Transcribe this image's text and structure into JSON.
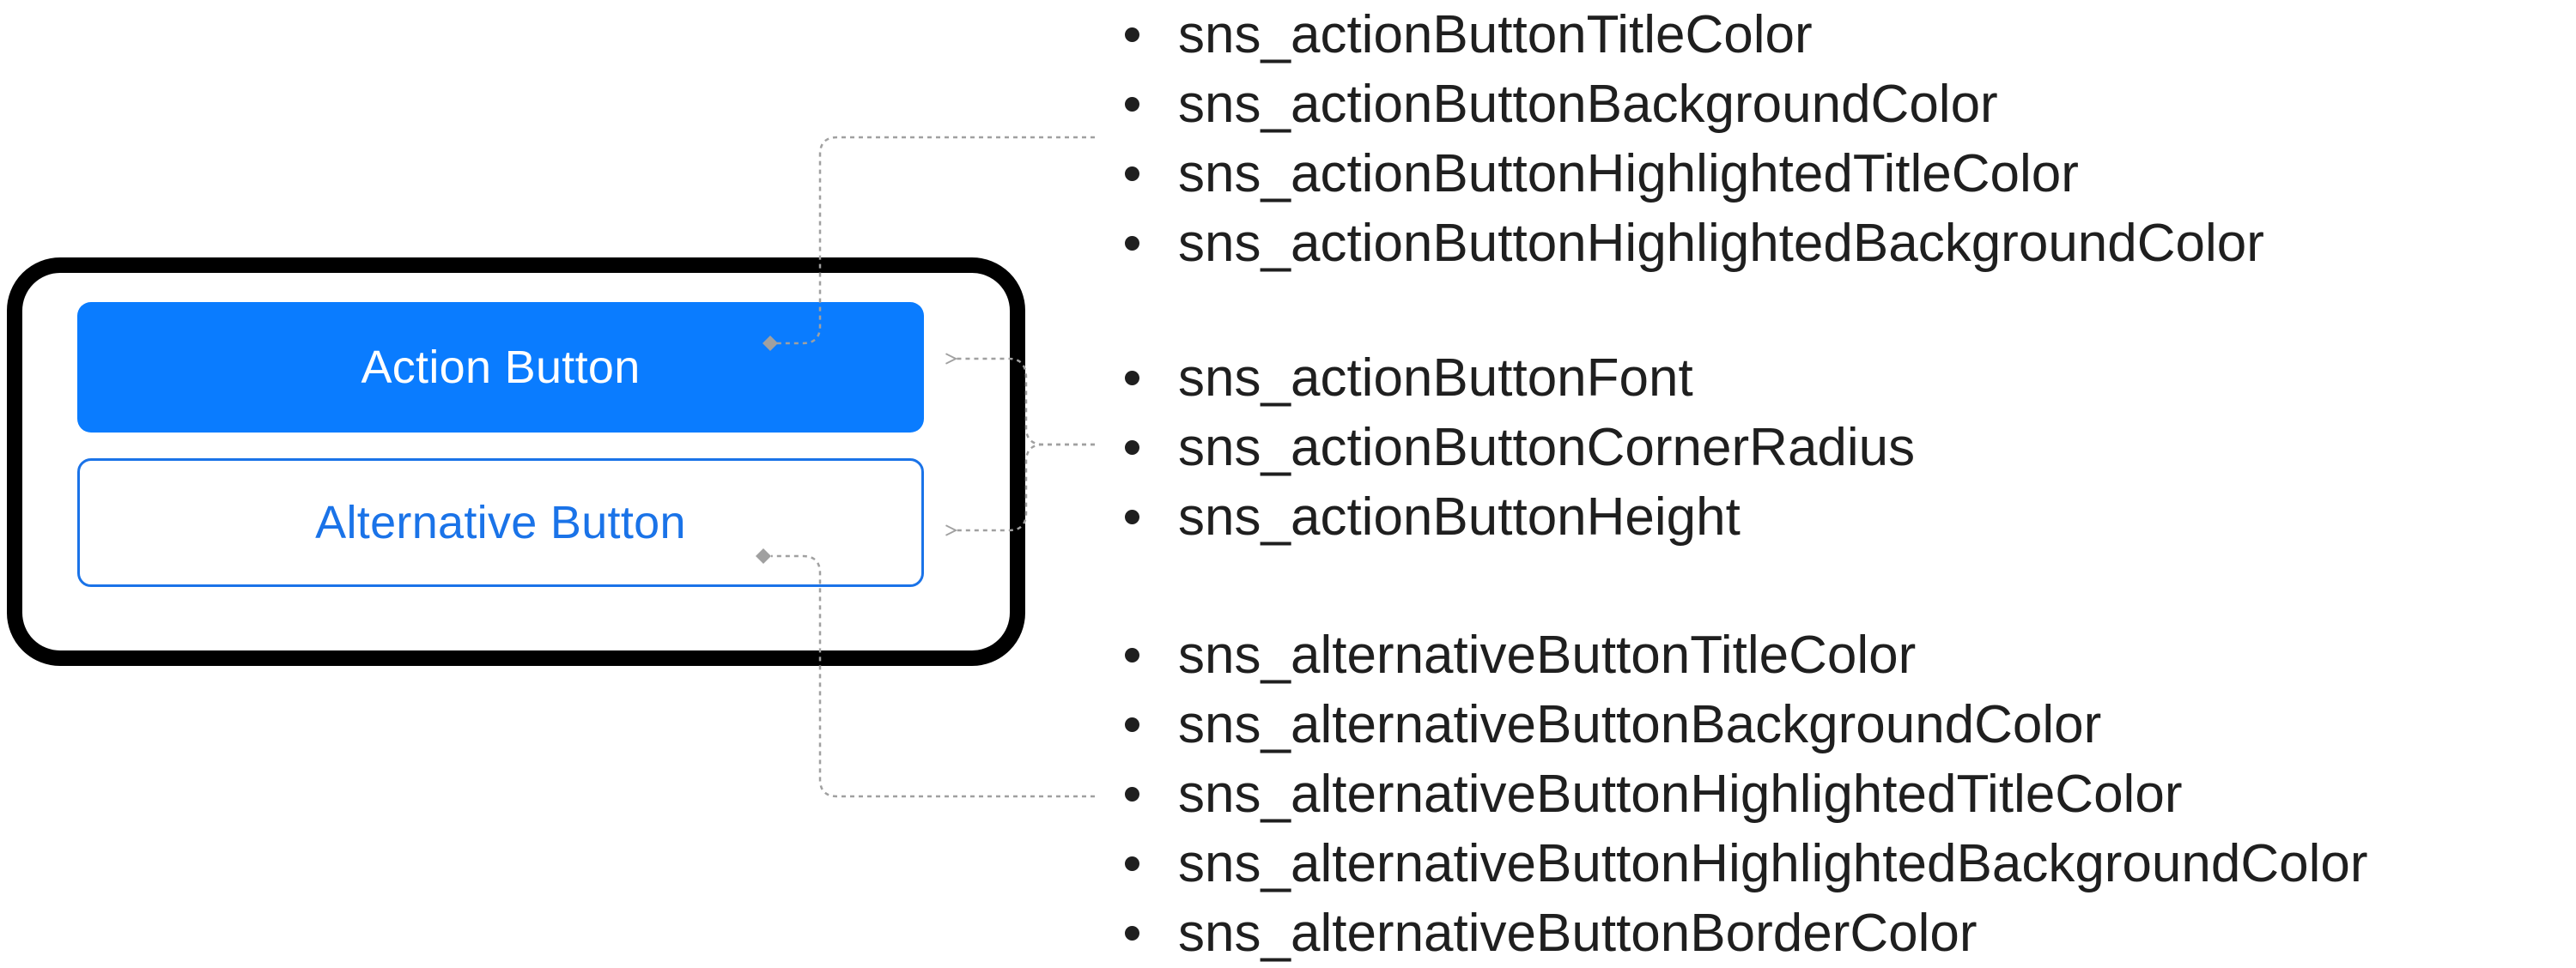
{
  "colors": {
    "action_button_bg": "#0A7CFF",
    "alternative_button_title": "#1A73E8",
    "alternative_button_border": "#1A73E8",
    "connector_line": "#A0A0A0",
    "device_frame": "#000000",
    "list_text": "#1F1F1F"
  },
  "preview": {
    "action_button_label": "Action Button",
    "alternative_button_label": "Alternative Button"
  },
  "groups": [
    {
      "items": [
        "sns_actionButtonTitleColor",
        "sns_actionButtonBackgroundColor",
        "sns_actionButtonHighlightedTitleColor",
        "sns_actionButtonHighlightedBackgroundColor"
      ]
    },
    {
      "items": [
        "sns_actionButtonFont",
        "sns_actionButtonCornerRadius",
        "sns_actionButtonHeight"
      ]
    },
    {
      "items": [
        "sns_alternativeButtonTitleColor",
        "sns_alternativeButtonBackgroundColor",
        "sns_alternativeButtonHighlightedTitleColor",
        "sns_alternativeButtonHighlightedBackgroundColor",
        "sns_alternativeButtonBorderColor"
      ]
    }
  ]
}
